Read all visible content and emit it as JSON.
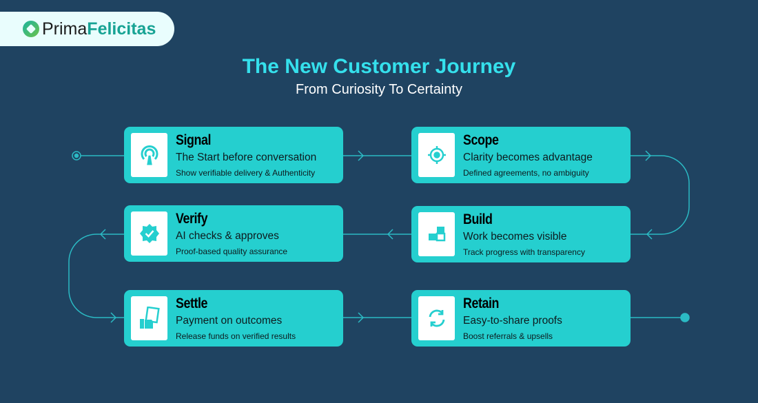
{
  "brand": {
    "prefix": "Prima",
    "suffix": "Felicitas"
  },
  "header": {
    "title": "The New Customer Journey",
    "subtitle": "From Curiosity To Certainty"
  },
  "colors": {
    "background": "#1f4361",
    "card": "#25cfcf",
    "title": "#35e0ec",
    "line": "#2bbac4"
  },
  "steps": [
    {
      "title": "Signal",
      "tagline": "The Start before conversation",
      "detail": "Show verifiable delivery & Authenticity",
      "icon": "signal-icon"
    },
    {
      "title": "Scope",
      "tagline": "Clarity becomes advantage",
      "detail": "Defined agreements, no ambiguity",
      "icon": "target-icon"
    },
    {
      "title": "Build",
      "tagline": "Work becomes visible",
      "detail": "Track progress with transparency",
      "icon": "blocks-icon"
    },
    {
      "title": "Verify",
      "tagline": "AI checks & approves",
      "detail": "Proof-based quality assurance",
      "icon": "verified-badge-icon"
    },
    {
      "title": "Settle",
      "tagline": "Payment on outcomes",
      "detail": "Release funds on verified results",
      "icon": "payment-icon"
    },
    {
      "title": "Retain",
      "tagline": "Easy-to-share proofs",
      "detail": "Boost referrals & upsells",
      "icon": "refresh-icon"
    }
  ]
}
